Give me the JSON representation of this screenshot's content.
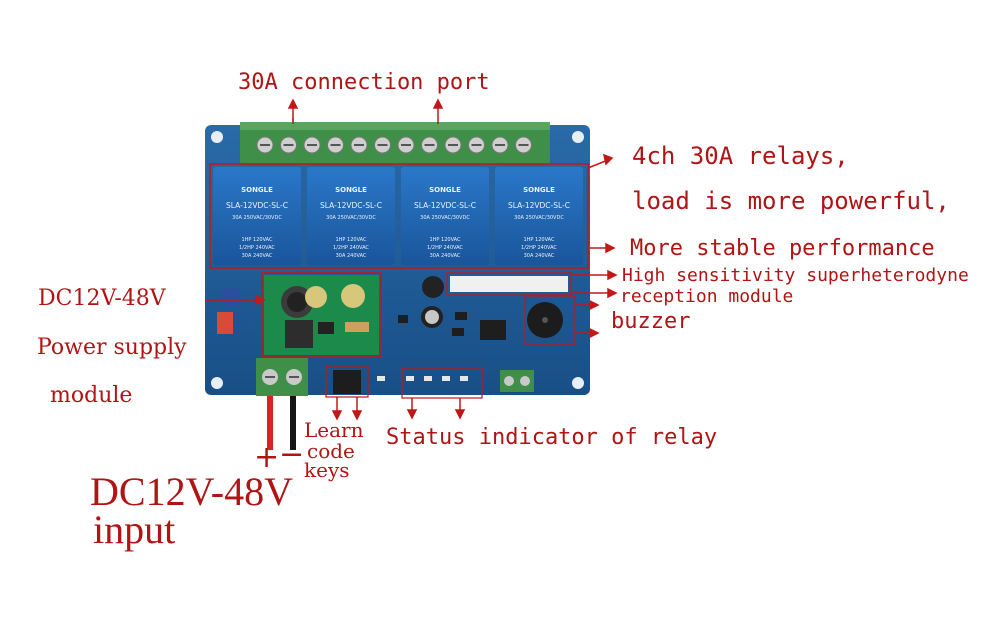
{
  "labels": {
    "connection_port": "30A connection port",
    "relays_line1": "4ch 30A relays,",
    "relays_line2": "load is more powerful,",
    "relays_line3": "More stable performance",
    "receiver_line1": "High sensitivity superheterodyne",
    "receiver_line2": "reception module",
    "buzzer": "buzzer",
    "power_line1": "DC12V-48V",
    "power_line2": "Power supply",
    "power_line3": "module",
    "learn_line1": "Learn",
    "learn_line2": "code",
    "learn_line3": "keys",
    "status": "Status indicator of relay",
    "plus": "+",
    "minus": "−",
    "input_line1": "DC12V-48V",
    "input_line2": "input"
  },
  "relay_print": {
    "brand": "SONGLE",
    "model": "SLA-12VDC-SL-C",
    "rating1": "30A 250VAC/30VDC",
    "rating2": "1HP 120VAC",
    "rating3": "1/2HP 240VAC",
    "rating4": "30A 240VAC"
  },
  "colors": {
    "label_red": "#b01414",
    "board_blue": "#1f5f99",
    "relay_blue": "#1e63b0",
    "terminal_green": "#3f8f48"
  }
}
